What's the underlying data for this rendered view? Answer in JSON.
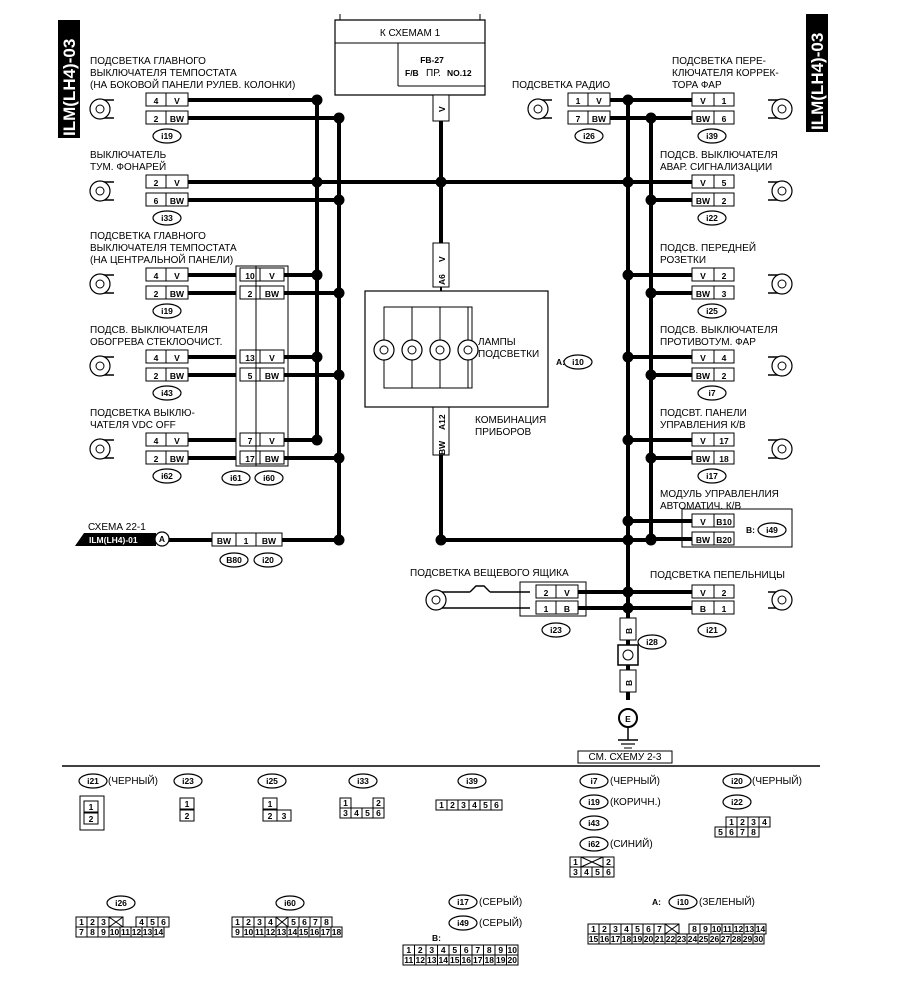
{
  "side_tabs": {
    "left": "ILM(LH4)-03",
    "right": "ILM(LH4)-03"
  },
  "top_box": {
    "title": "К СХЕМАМ 1",
    "l1": "FB-27",
    "l2a": "F/B",
    "l2b": "ПР.",
    "l2c": "NO.12",
    "wire": "V"
  },
  "left_components": [
    {
      "label": [
        "ПОДСВЕТКА ГЛАВНОГО",
        "ВЫКЛЮЧАТЕЛЯ ТЕМПОСТАТА",
        "(НА БОКОВОЙ ПАНЕЛИ  РУЛЕВ. КОЛОНКИ)"
      ],
      "pins": [
        "4",
        "2"
      ],
      "wires": [
        "V",
        "BW"
      ],
      "ref": "i19"
    },
    {
      "label": [
        "ВЫКЛЮЧАТЕЛЬ",
        "ТУМ. ФОНАРЕЙ"
      ],
      "pins": [
        "2",
        "6"
      ],
      "wires": [
        "V",
        "BW"
      ],
      "ref": "i33"
    },
    {
      "label": [
        "ПОДСВЕТКА ГЛАВНОГО",
        "ВЫКЛЮЧАТЕЛЯ ТЕМПОСТАТА",
        "(НА ЦЕНТРАЛЬНОЙ ПАНЕЛИ)"
      ],
      "pins": [
        "4",
        "2"
      ],
      "wires": [
        "V",
        "BW"
      ],
      "ref": "i19",
      "jpins": [
        "10",
        "2"
      ]
    },
    {
      "label": [
        "ПОДСВ. ВЫКЛЮЧАТЕЛЯ",
        "ОБОГРЕВА СТЕКЛООЧИСТ."
      ],
      "pins": [
        "4",
        "2"
      ],
      "wires": [
        "V",
        "BW"
      ],
      "ref": "i43",
      "jpins": [
        "13",
        "5"
      ]
    },
    {
      "label": [
        "ПОДСВЕТКА ВЫКЛЮ-",
        "ЧАТЕЛЯ VDC OFF"
      ],
      "pins": [
        "4",
        "2"
      ],
      "wires": [
        "V",
        "BW"
      ],
      "ref": "i62",
      "jpins": [
        "7",
        "17"
      ]
    }
  ],
  "junction_refs": [
    "i61",
    "i60"
  ],
  "right_components": [
    {
      "label": [
        "ПОДСВЕТКА РАДИО"
      ],
      "pins": [
        "1",
        "7"
      ],
      "wires": [
        "V",
        "BW"
      ],
      "ref": "i26"
    },
    {
      "label": [
        "ПОДСВЕТКА ПЕРЕ-",
        "КЛЮЧАТЕЛЯ КОРРЕК-",
        "ТОРА ФАР"
      ],
      "pins": [
        "1",
        "6"
      ],
      "wires": [
        "V",
        "BW"
      ],
      "ref": "i39"
    },
    {
      "label": [
        "ПОДСВ. ВЫКЛЮЧАТЕЛЯ",
        "АВАР. СИГНАЛИЗАЦИИ"
      ],
      "pins": [
        "5",
        "2"
      ],
      "wires": [
        "V",
        "BW"
      ],
      "ref": "i22"
    },
    {
      "label": [
        "ПОДСВ. ПЕРЕДНЕЙ",
        "РОЗЕТКИ"
      ],
      "pins": [
        "2",
        "3"
      ],
      "wires": [
        "V",
        "BW"
      ],
      "ref": "i25"
    },
    {
      "label": [
        "ПОДСВ. ВЫКЛЮЧАТЕЛЯ",
        "ПРОТИВОТУМ. ФАР"
      ],
      "pins": [
        "4",
        "2"
      ],
      "wires": [
        "V",
        "BW"
      ],
      "ref": "i7"
    },
    {
      "label": [
        "ПОДСВТ. ПАНЕЛИ",
        "УПРАВЛЕНИЯ К/В"
      ],
      "pins": [
        "17",
        "18"
      ],
      "wires": [
        "V",
        "BW"
      ],
      "ref": "i17"
    },
    {
      "label": [
        "МОДУЛЬ УПРАВЛЕНЛИЯ",
        "АВТОМАТИЧ. К/В"
      ],
      "pins": [
        "B10",
        "B20"
      ],
      "wires": [
        "V",
        "BW"
      ],
      "ref": "i49",
      "prefix": "B:"
    }
  ],
  "instrument": {
    "top_pin": "A6",
    "top_wire": "V",
    "bot_pin": "A12",
    "bot_wire": "BW",
    "lamps": [
      "ЛАМПЫ",
      "ПОДСВЕТКИ"
    ],
    "name": [
      "КОМБИНАЦИЯ",
      "ПРИБОРОВ"
    ],
    "conn_prefix": "A:",
    "conn_ref": "i10"
  },
  "schema_ref": {
    "l1": "СХЕМА 22-1",
    "l2": "ILM(LH4)-01",
    "marker": "A",
    "wire": "BW",
    "pin": "1",
    "wire2": "BW",
    "refs": [
      "B80",
      "i20"
    ]
  },
  "glove": {
    "label": "ПОДСВЕТКА ВЕЩЕВОГО ЯЩИКА",
    "pins": [
      "2",
      "1"
    ],
    "wires": [
      "V",
      "B"
    ],
    "ref": "i23"
  },
  "ashtray": {
    "label": "ПОДСВЕТКА ПЕПЕЛЬНИЦЫ",
    "pins": [
      "2",
      "1"
    ],
    "wires": [
      "V",
      "B"
    ],
    "ref": "i21"
  },
  "ground": {
    "wire_top": "B",
    "ref": "i28",
    "wire_bot": "B",
    "symbol": "E",
    "note": "СМ. СХЕМУ 2-3"
  },
  "legend": {
    "i21": {
      "ref": "i21",
      "color": "(ЧЕРНЫЙ)",
      "cells": [
        "1",
        "2"
      ]
    },
    "i23": {
      "ref": "i23",
      "cells": [
        "1",
        "2"
      ]
    },
    "i25": {
      "ref": "i25",
      "cells": [
        "1",
        "2",
        "3"
      ]
    },
    "i33": {
      "ref": "i33",
      "cells": [
        "1",
        "2",
        "3",
        "4",
        "5",
        "6"
      ]
    },
    "i39": {
      "ref": "i39",
      "cells": [
        "1",
        "2",
        "3",
        "4",
        "5",
        "6"
      ]
    },
    "group4": {
      "items": [
        {
          "ref": "i7",
          "color": "(ЧЕРНЫЙ)"
        },
        {
          "ref": "i19",
          "color": "(КОРИЧН.)"
        },
        {
          "ref": "i43",
          "color": ""
        },
        {
          "ref": "i62",
          "color": "(СИНИЙ)"
        }
      ],
      "cells": [
        "1",
        "2",
        "3",
        "4",
        "5",
        "6"
      ]
    },
    "group8": {
      "items": [
        {
          "ref": "i20",
          "color": "(ЧЕРНЫЙ)"
        },
        {
          "ref": "i22",
          "color": ""
        }
      ],
      "cells": [
        "1",
        "2",
        "3",
        "4",
        "5",
        "6",
        "7",
        "8"
      ]
    },
    "i26": {
      "ref": "i26",
      "row1": [
        "1",
        "2",
        "3",
        "4",
        "5",
        "6"
      ],
      "row2": [
        "7",
        "8",
        "9",
        "10",
        "11",
        "12",
        "13",
        "14"
      ]
    },
    "i60": {
      "ref": "i60",
      "row1": [
        "1",
        "2",
        "3",
        "4",
        "5",
        "6",
        "7",
        "8"
      ],
      "row2": [
        "9",
        "10",
        "11",
        "12",
        "13",
        "14",
        "15",
        "16",
        "17",
        "18"
      ]
    },
    "group20": {
      "items": [
        {
          "prefix": "",
          "ref": "i17",
          "color": "(СЕРЫЙ)"
        },
        {
          "prefix": "B:",
          "ref": "i49",
          "color": "(СЕРЫЙ)"
        }
      ],
      "row1": [
        "1",
        "2",
        "3",
        "4",
        "5",
        "6",
        "7",
        "8",
        "9",
        "10"
      ],
      "row2": [
        "11",
        "12",
        "13",
        "14",
        "15",
        "16",
        "17",
        "18",
        "19",
        "20"
      ]
    },
    "i10": {
      "prefix": "A:",
      "ref": "i10",
      "color": "(ЗЕЛЕНЫЙ)",
      "row1": [
        "1",
        "2",
        "3",
        "4",
        "5",
        "6",
        "7",
        "8",
        "9",
        "10",
        "11",
        "12",
        "13",
        "14"
      ],
      "row2": [
        "15",
        "16",
        "17",
        "18",
        "19",
        "20",
        "21",
        "22",
        "23",
        "24",
        "25",
        "26",
        "27",
        "28",
        "29",
        "30"
      ]
    }
  }
}
